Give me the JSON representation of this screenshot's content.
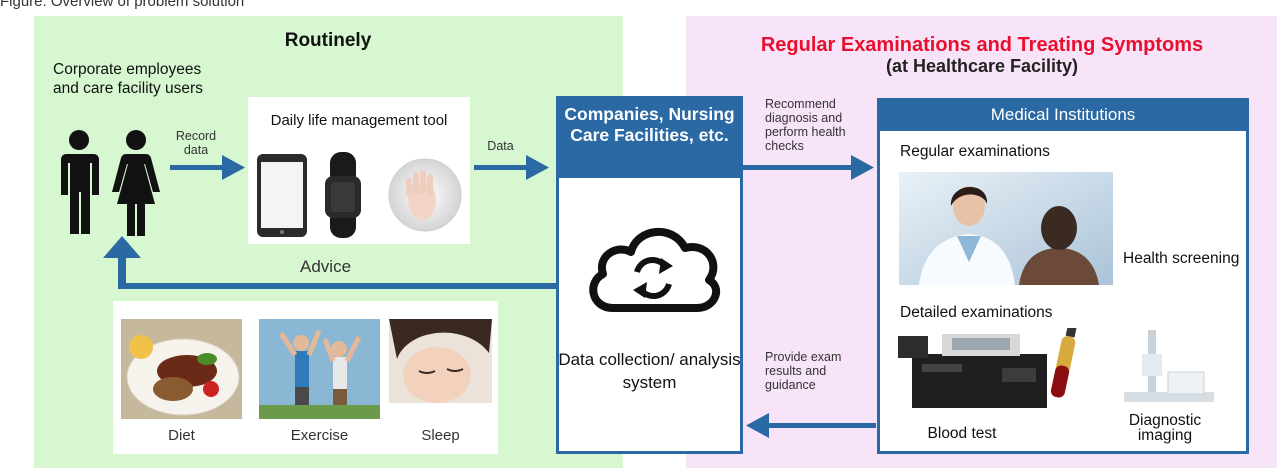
{
  "caption": "Figure: Overview of problem solution",
  "routinely": {
    "title": "Routinely"
  },
  "regular": {
    "title": "Regular Examinations and Treating Symptoms",
    "subtitle": "(at Healthcare Facility)"
  },
  "users": {
    "label": "Corporate employees and care facility users"
  },
  "flows": {
    "record_data": "Record data",
    "data": "Data",
    "advice": "Advice",
    "recommend": "Recommend diagnosis and perform health checks",
    "provide": "Provide exam results and guidance"
  },
  "tool": {
    "label": "Daily life management tool"
  },
  "center": {
    "header": "Companies, Nursing Care Facilities, etc.",
    "footer": "Data collection/ analysis system"
  },
  "medical": {
    "header": "Medical Institutions",
    "regular_exams": "Regular examinations",
    "health_screening": "Health screening",
    "detailed_exams": "Detailed examinations",
    "blood_test": "Blood test",
    "diagnostic_imaging": "Diagnostic imaging"
  },
  "lifestyle": {
    "diet": "Diet",
    "exercise": "Exercise",
    "sleep": "Sleep"
  },
  "colors": {
    "green": "#d6f7cf",
    "pink": "#f8e4f8",
    "blue": "#2a69a3",
    "red": "#e8102e"
  }
}
